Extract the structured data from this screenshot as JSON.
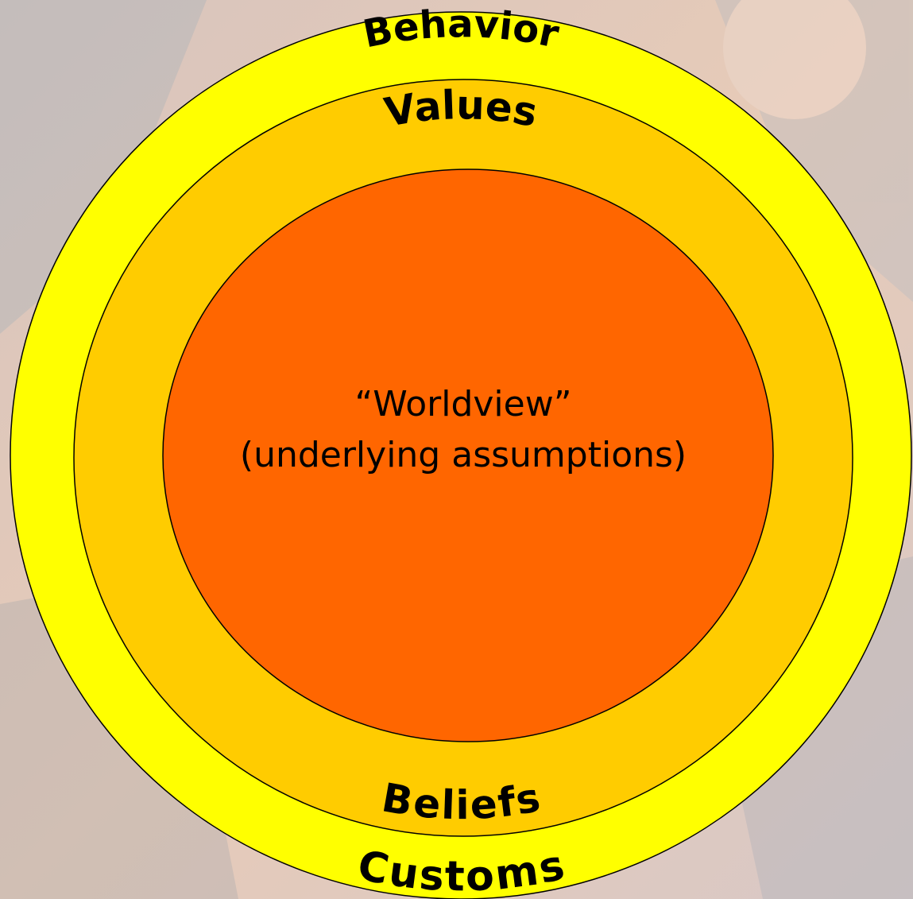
{
  "diagram": {
    "rings": [
      {
        "id": "outer",
        "color": "#ffff00"
      },
      {
        "id": "middle",
        "color": "#ffcc00"
      },
      {
        "id": "inner",
        "color": "#ff6600"
      }
    ],
    "outer_top_label": "Behavior",
    "middle_top_label": "Values",
    "middle_bottom_label": "Beliefs",
    "outer_bottom_label": "Customs",
    "center_line1": "“Worldview”",
    "center_line2": "(underlying assumptions)"
  },
  "background": {
    "color": "#e9cdbb"
  }
}
